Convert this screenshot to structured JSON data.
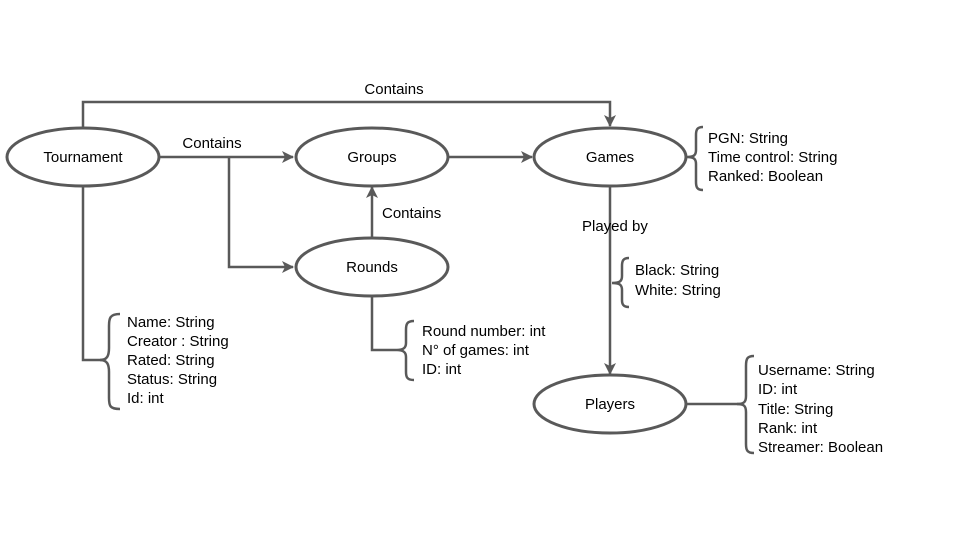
{
  "colors": {
    "stroke": "#595959",
    "text": "#000000",
    "background": "#ffffff"
  },
  "nodes": {
    "tournament": "Tournament",
    "groups": "Groups",
    "games": "Games",
    "rounds": "Rounds",
    "players": "Players"
  },
  "edge_labels": {
    "tournament_games": "Contains",
    "tournament_groups": "Contains",
    "rounds_groups": "Contains",
    "games_players": "Played by"
  },
  "attributes": {
    "tournament": [
      "Name:  String",
      "Creator :  String",
      "Rated: String",
      "Status: String",
      "Id: int"
    ],
    "games": [
      "PGN: String",
      "Time control: String",
      "Ranked: Boolean"
    ],
    "played_by": [
      "Black: String",
      "White: String"
    ],
    "rounds": [
      "Round number: int",
      "N° of games: int",
      "ID: int"
    ],
    "players": [
      "Username: String",
      "ID: int",
      "Title: String",
      "Rank: int",
      "Streamer: Boolean"
    ]
  }
}
